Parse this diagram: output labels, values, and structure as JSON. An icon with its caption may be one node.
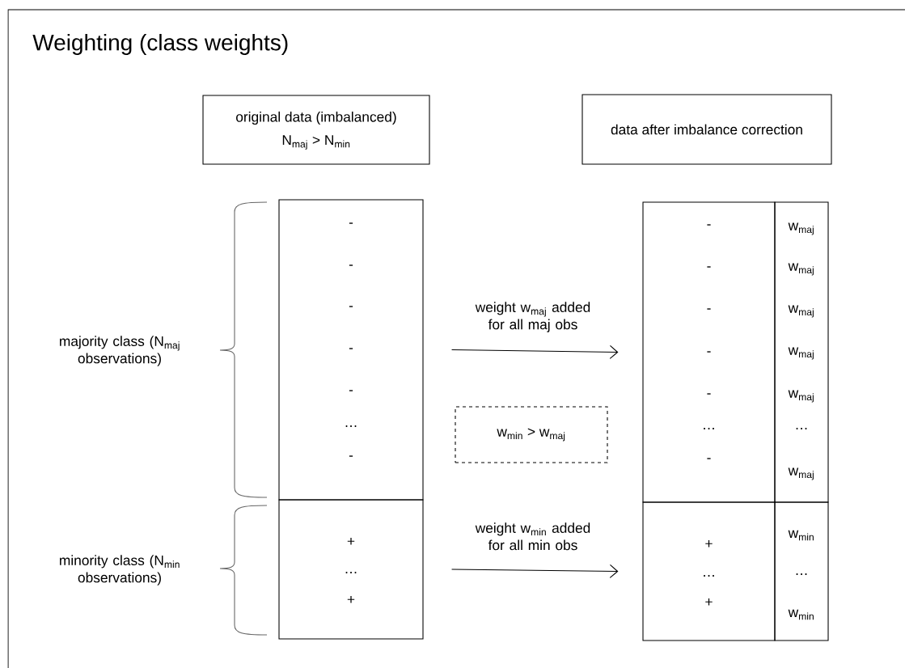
{
  "diagram": {
    "title": "Weighting (class weights)",
    "nodes": [
      {
        "text": [
          "original data (imbalanced)",
          "N$_{maj}$ > N$_{min}$"
        ]
      },
      {
        "text": [
          "data after imbalance correction"
        ]
      },
      {
        "text": [
          "-",
          "-",
          "-",
          "-",
          "-",
          "…",
          "-"
        ]
      },
      {
        "text": [
          "+",
          "…",
          "+"
        ]
      },
      {
        "text": [
          "-",
          "-",
          "-",
          "-",
          "-",
          "…",
          "-"
        ]
      },
      {
        "text": [
          "w$_{maj}$",
          "w$_{maj}$",
          "w$_{maj}$",
          "w$_{maj}$",
          "w$_{maj}$",
          "…",
          "w$_{maj}$"
        ]
      },
      {
        "text": [
          "+",
          "…",
          "+"
        ]
      },
      {
        "text": [
          "w$_{min}$",
          "…",
          "w$_{min}$"
        ]
      },
      {
        "text": [
          "w$_{min}$ > w$_{maj}$"
        ]
      }
    ],
    "edges": [
      {
        "from": 2,
        "to": 4,
        "arrow": "to",
        "label": "weight w$_{maj}$ added for all maj obs"
      },
      {
        "from": 3,
        "to": 6,
        "arrow": "to",
        "label": "weight w$_{min}$ added for all min obs"
      }
    ],
    "labels": [
      "majority class (N$_{maj}$ observations)",
      "minority class (N$_{min}$ observations)"
    ]
  }
}
